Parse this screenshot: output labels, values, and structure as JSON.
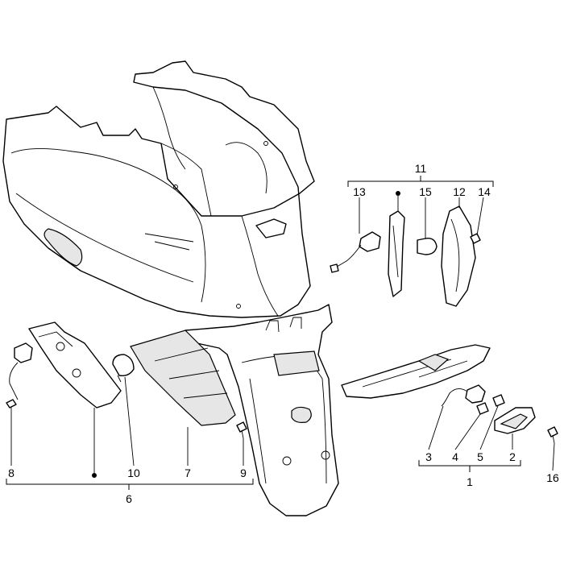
{
  "callouts": {
    "c1": "1",
    "c2": "2",
    "c3": "3",
    "c4": "4",
    "c5": "5",
    "c6": "6",
    "c7": "7",
    "c8": "8",
    "c9": "9",
    "c10": "10",
    "c11": "11",
    "c12": "12",
    "c13": "13",
    "c14": "14",
    "c15": "15",
    "c16": "16"
  },
  "colors": {
    "line": "#000000",
    "shade": "#e6e6e6",
    "background": "#ffffff"
  }
}
